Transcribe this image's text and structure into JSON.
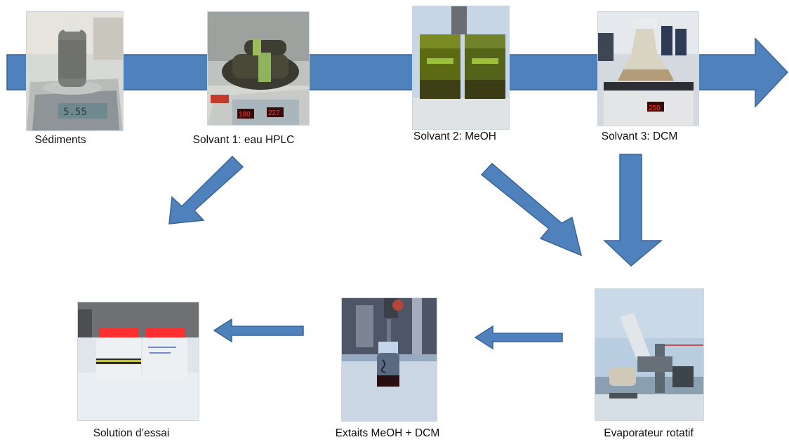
{
  "colors": {
    "arrow_fill": "#4f81bd",
    "arrow_stroke": "#3a6394"
  },
  "steps": {
    "sediments": {
      "label": "Sédiments",
      "icon": "sediment-bottle-on-scale"
    },
    "solvent1": {
      "label": "Solvant 1: eau HPLC",
      "icon": "jars-on-shaker"
    },
    "solvent2": {
      "label": "Solvant 2: MeOH",
      "icon": "green-extract-jars"
    },
    "solvent3": {
      "label": "Solvant 3: DCM",
      "icon": "flask-on-stirrer"
    },
    "evaporator": {
      "label": "Evaporateur rotatif",
      "icon": "rotary-evaporator"
    },
    "extracts": {
      "label": "Extaits MeOH + DCM",
      "icon": "extract-vial"
    },
    "test_solution": {
      "label": "Solution d’essai",
      "icon": "test-solution-bottles"
    }
  }
}
